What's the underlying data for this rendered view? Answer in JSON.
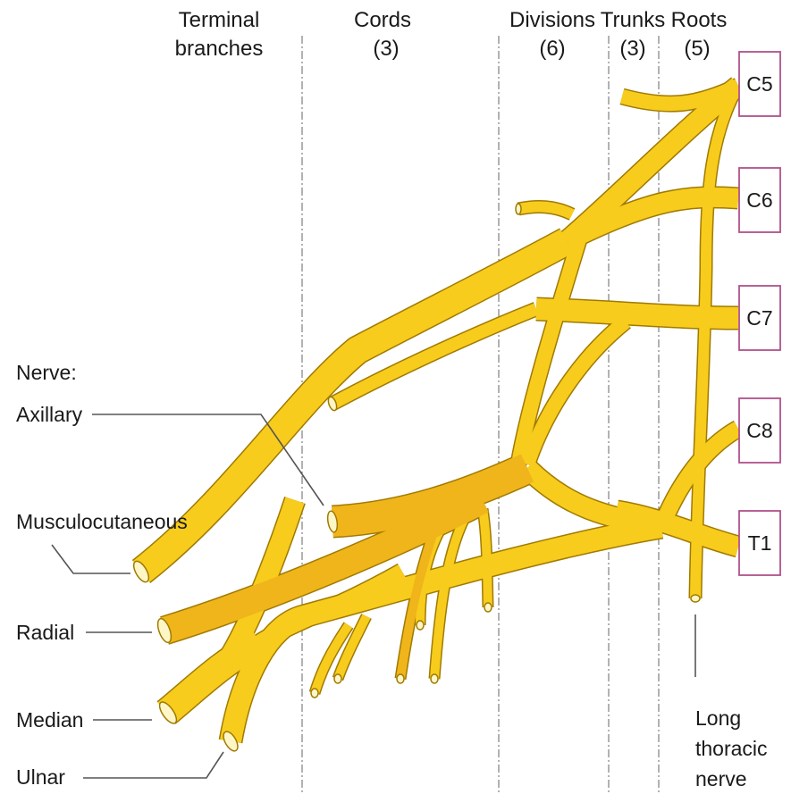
{
  "headers": {
    "terminal_branches": {
      "line1": "Terminal",
      "line2": "branches"
    },
    "cords": {
      "line1": "Cords",
      "line2": "(3)"
    },
    "divisions": {
      "line1": "Divisions",
      "line2": "(6)"
    },
    "trunks": {
      "line1": "Trunks",
      "line2": "(3)"
    },
    "roots": {
      "line1": "Roots",
      "line2": "(5)"
    }
  },
  "roots": [
    "C5",
    "C6",
    "C7",
    "C8",
    "T1"
  ],
  "nerve_labels": {
    "prefix": "Nerve:",
    "axillary": "Axillary",
    "musculocutaneous": "Musculocutaneous",
    "radial": "Radial",
    "median": "Median",
    "ulnar": "Ulnar",
    "long_thoracic": {
      "line1": "Long",
      "line2": "thoracic",
      "line3": "nerve"
    }
  },
  "colors": {
    "nerve": "#f7cc1c",
    "nerve_dark": "#f0b51a",
    "nerve_outline": "#a07a00",
    "root_box_border": "#b0508a"
  }
}
